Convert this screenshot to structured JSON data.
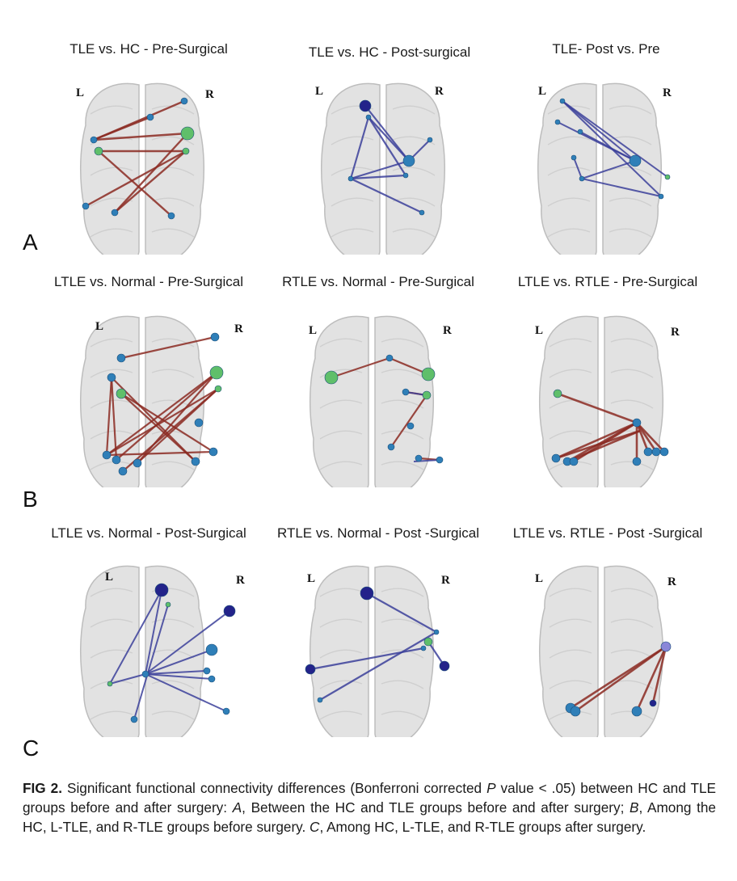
{
  "rows": [
    {
      "letter": "A",
      "panels": [
        {
          "title": "TLE vs. HC - Pre-Surgical",
          "left": "L",
          "right": "R"
        },
        {
          "title": "TLE vs. HC - Post-surgical",
          "left": "L",
          "right": "R"
        },
        {
          "title": "TLE- Post vs. Pre",
          "left": "L",
          "right": "R"
        }
      ]
    },
    {
      "letter": "B",
      "panels": [
        {
          "title": "LTLE vs. Normal - Pre-Surgical",
          "left": "L",
          "right": "R"
        },
        {
          "title": "RTLE vs. Normal - Pre-Surgical",
          "left": "L",
          "right": "R"
        },
        {
          "title": "LTLE vs. RTLE - Pre-Surgical",
          "left": "L",
          "right": "R"
        }
      ]
    },
    {
      "letter": "C",
      "panels": [
        {
          "title": "LTLE vs. Normal - Post-Surgical",
          "left": "L",
          "right": "R"
        },
        {
          "title": "RTLE vs. Normal - Post -Surgical",
          "left": "L",
          "right": "R"
        },
        {
          "title": "LTLE vs. RTLE - Post -Surgical",
          "left": "L",
          "right": "R"
        }
      ]
    }
  ],
  "colors": {
    "increase_edge": "#8b2a22",
    "decrease_edge": "#3b3f9a",
    "node_blue": "#2f7fb8",
    "node_green": "#5fbf6a",
    "node_navy": "#23238a",
    "brain_fill": "#dcdcdc"
  },
  "caption": {
    "label": "FIG 2.",
    "text_1": " Significant functional connectivity differences (Bonferroni corrected ",
    "p": "P",
    "text_2": " value < .05) between HC and TLE groups before and after surgery: ",
    "a": "A",
    "text_3": ", Between the HC and TLE groups before and after surgery; ",
    "b": "B",
    "text_4": ", Among the HC, L-TLE, and R-TLE groups before surgery. ",
    "c": "C",
    "text_5": ", Among HC, L-TLE, and R-TLE groups after surgery."
  }
}
